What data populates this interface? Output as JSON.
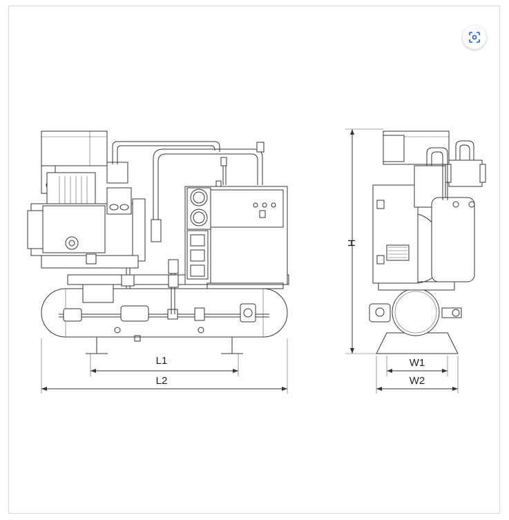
{
  "dimensions": {
    "l1": "L1",
    "l2": "L2",
    "h": "H",
    "w1": "W1",
    "w2": "W2"
  },
  "controls": {
    "scan_icon": "scan-icon"
  },
  "colors": {
    "line": "#333333",
    "accent": "#1a5fb4"
  }
}
